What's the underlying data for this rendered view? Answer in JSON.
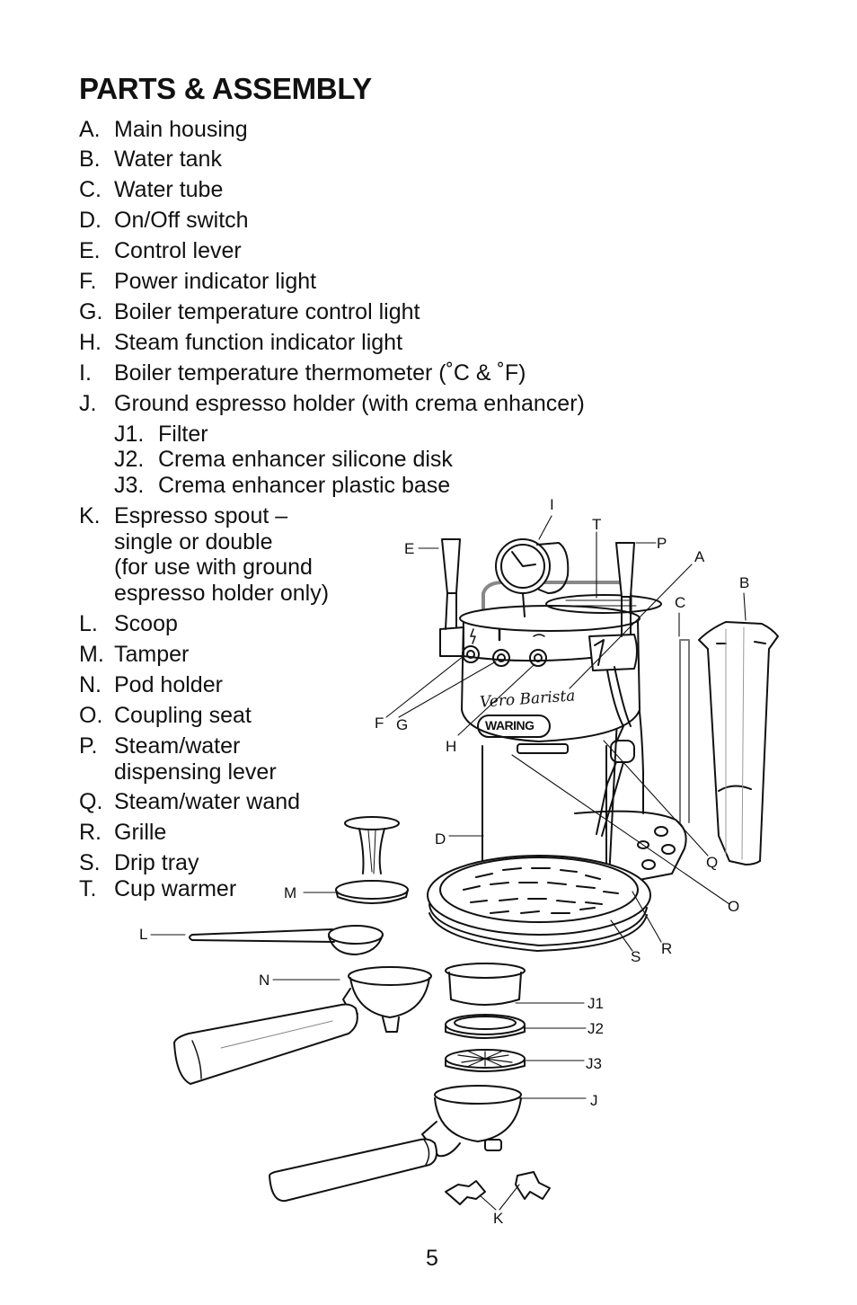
{
  "heading": "PARTS & ASSEMBLY",
  "parts": [
    {
      "letter": "A.",
      "text": "Main housing"
    },
    {
      "letter": "B.",
      "text": "Water tank"
    },
    {
      "letter": "C.",
      "text": "Water tube"
    },
    {
      "letter": "D.",
      "text": "On/Off switch"
    },
    {
      "letter": "E.",
      "text": "Control lever"
    },
    {
      "letter": "F.",
      "text": "Power indicator light"
    },
    {
      "letter": "G.",
      "text": "Boiler temperature control light"
    },
    {
      "letter": "H.",
      "text": "Steam function indicator light"
    },
    {
      "letter": "I.",
      "text": "Boiler temperature thermometer (˚C & ˚F)"
    },
    {
      "letter": "J.",
      "text": "Ground espresso holder (with crema enhancer)"
    }
  ],
  "subparts": [
    {
      "letter": "J1.",
      "text": "Filter"
    },
    {
      "letter": "J2.",
      "text": "Crema enhancer silicone disk"
    },
    {
      "letter": "J3.",
      "text": "Crema enhancer plastic base"
    }
  ],
  "parts_k": {
    "letter": "K.",
    "lines": [
      "Espresso spout –",
      "single or double",
      "(for use with ground",
      "espresso holder only)"
    ]
  },
  "parts_rest": [
    {
      "letter": "L.",
      "lines": [
        "Scoop"
      ]
    },
    {
      "letter": "M.",
      "lines": [
        "Tamper"
      ]
    },
    {
      "letter": "N.",
      "lines": [
        "Pod holder"
      ]
    },
    {
      "letter": "O.",
      "lines": [
        "Coupling seat"
      ]
    },
    {
      "letter": "P.",
      "lines": [
        "Steam/water",
        "dispensing lever"
      ]
    },
    {
      "letter": "Q.",
      "lines": [
        "Steam/water wand"
      ]
    },
    {
      "letter": "R.",
      "lines": [
        "Grille"
      ]
    },
    {
      "letter": "S.",
      "lines": [
        "Drip tray"
      ]
    },
    {
      "letter": "T.",
      "lines": [
        "Cup warmer"
      ]
    }
  ],
  "diagram_labels": {
    "I": "I",
    "T": "T",
    "E": "E",
    "P": "P",
    "A": "A",
    "B": "B",
    "C": "C",
    "F": "F",
    "G": "G",
    "H": "H",
    "D": "D",
    "Q": "Q",
    "M": "M",
    "O": "O",
    "L": "L",
    "S": "S",
    "R": "R",
    "N": "N",
    "J1": "J1",
    "J2": "J2",
    "J3": "J3",
    "J": "J",
    "K": "K"
  },
  "brand": {
    "script": "Vero Barista",
    "logo": "WARING"
  },
  "page_number": "5"
}
